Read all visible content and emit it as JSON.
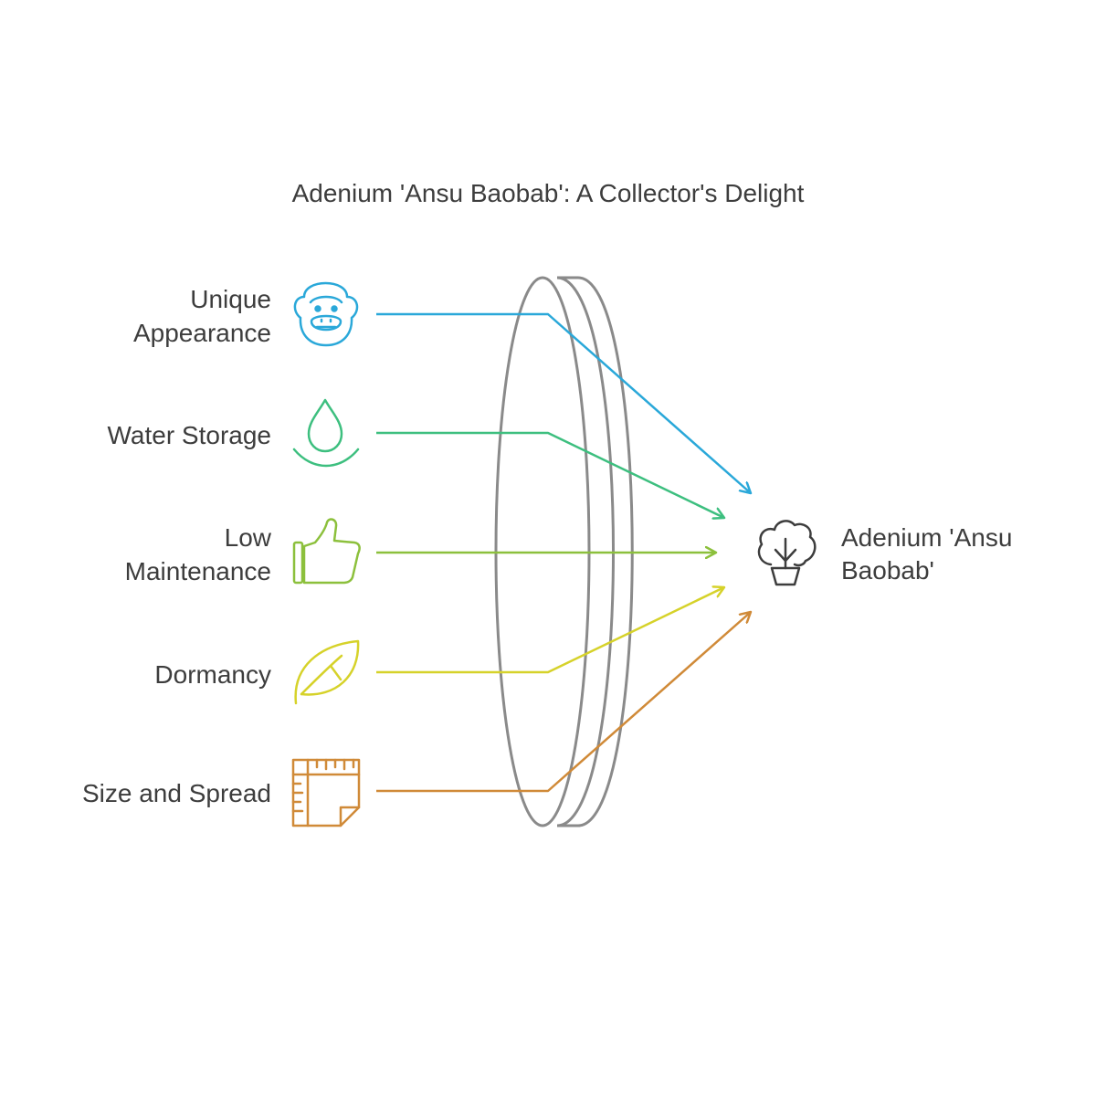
{
  "title": "Adenium 'Ansu Baobab': A Collector's Delight",
  "inputs": [
    {
      "lines": [
        "Unique",
        "Appearance"
      ],
      "icon": "monkey-face-icon",
      "color": "#2aa8d9"
    },
    {
      "lines": [
        "Water Storage"
      ],
      "icon": "water-drop-icon",
      "color": "#3dbf7f"
    },
    {
      "lines": [
        "Low",
        "Maintenance"
      ],
      "icon": "thumbs-up-icon",
      "color": "#8cc03c"
    },
    {
      "lines": [
        "Dormancy"
      ],
      "icon": "leaf-icon",
      "color": "#d6d22a"
    },
    {
      "lines": [
        "Size and Spread"
      ],
      "icon": "ruler-paper-icon",
      "color": "#d08a38"
    }
  ],
  "output": {
    "lines": [
      "Adenium 'Ansu",
      "Baobab'"
    ],
    "icon": "potted-tree-icon",
    "color": "#3d3d3d"
  },
  "lens_color": "#8a8a8a"
}
